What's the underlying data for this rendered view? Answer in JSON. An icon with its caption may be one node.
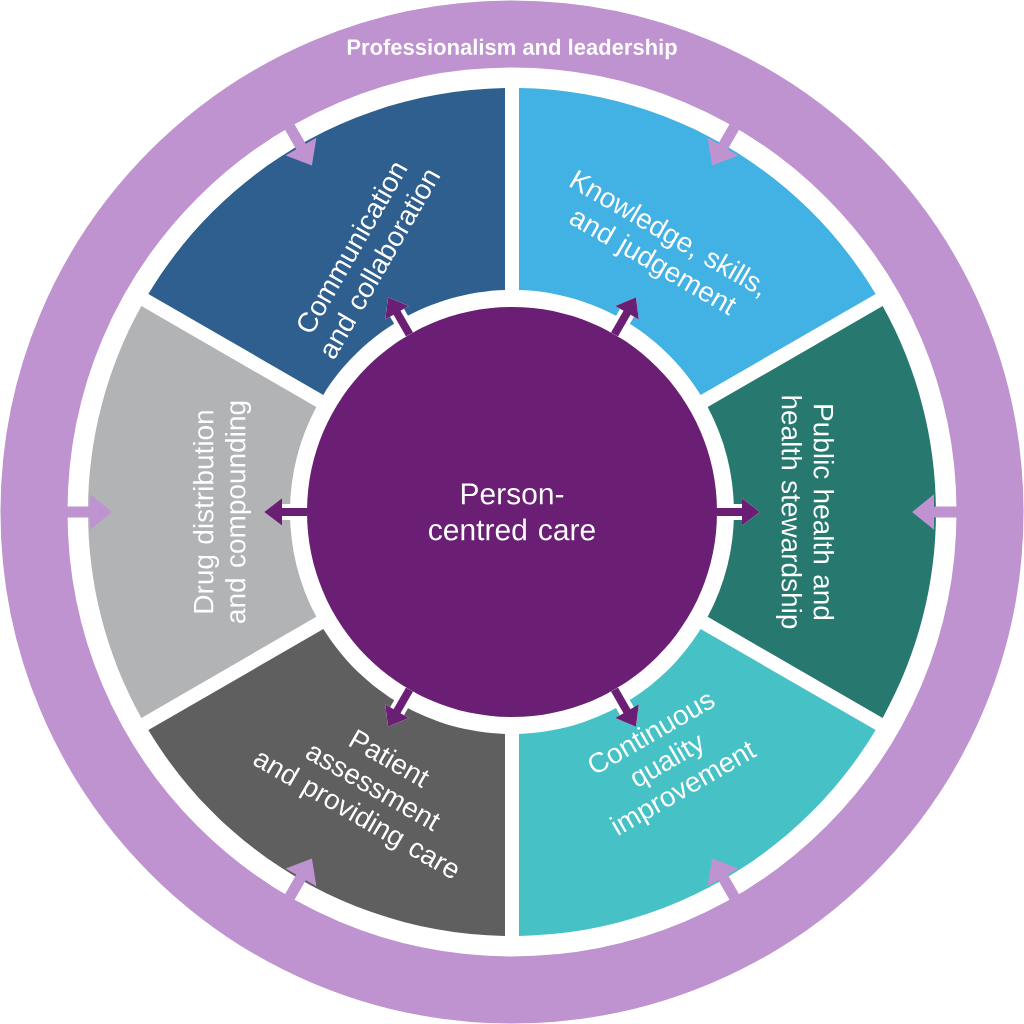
{
  "diagram": {
    "nodes": [
      {
        "text": [
          "Professionalism and leadership"
        ]
      },
      {
        "text": [
          "Person-centred care"
        ],
        "in": 0
      },
      {
        "text": [
          "Communication and collaboration"
        ],
        "in": 0
      },
      {
        "text": [
          "Knowledge, skills, and judgement"
        ],
        "in": 0
      },
      {
        "text": [
          "Public health and health stewardship"
        ],
        "in": 0
      },
      {
        "text": [
          "Continuous quality improvement"
        ],
        "in": 0
      },
      {
        "text": [
          "Patient assessment and providing care"
        ],
        "in": 0
      },
      {
        "text": [
          "Drug distribution and compounding"
        ],
        "in": 0
      }
    ],
    "edges": [
      {
        "from": 1,
        "to": 2,
        "arrow": "to"
      },
      {
        "from": 1,
        "to": 3,
        "arrow": "to"
      },
      {
        "from": 1,
        "to": 4,
        "arrow": "to"
      },
      {
        "from": 1,
        "to": 5,
        "arrow": "to"
      },
      {
        "from": 1,
        "to": 6,
        "arrow": "to"
      },
      {
        "from": 1,
        "to": 7,
        "arrow": "to"
      },
      {
        "from": 0,
        "to": 2,
        "arrow": "to",
        "color": "#bf93cf"
      },
      {
        "from": 0,
        "to": 3,
        "arrow": "to",
        "color": "#bf93cf"
      },
      {
        "from": 0,
        "to": 4,
        "arrow": "to",
        "color": "#bf93cf"
      },
      {
        "from": 0,
        "to": 5,
        "arrow": "to",
        "color": "#bf93cf"
      },
      {
        "from": 0,
        "to": 6,
        "arrow": "to",
        "color": "#bf93cf"
      },
      {
        "from": 0,
        "to": 7,
        "arrow": "to",
        "color": "#bf93cf"
      }
    ]
  }
}
